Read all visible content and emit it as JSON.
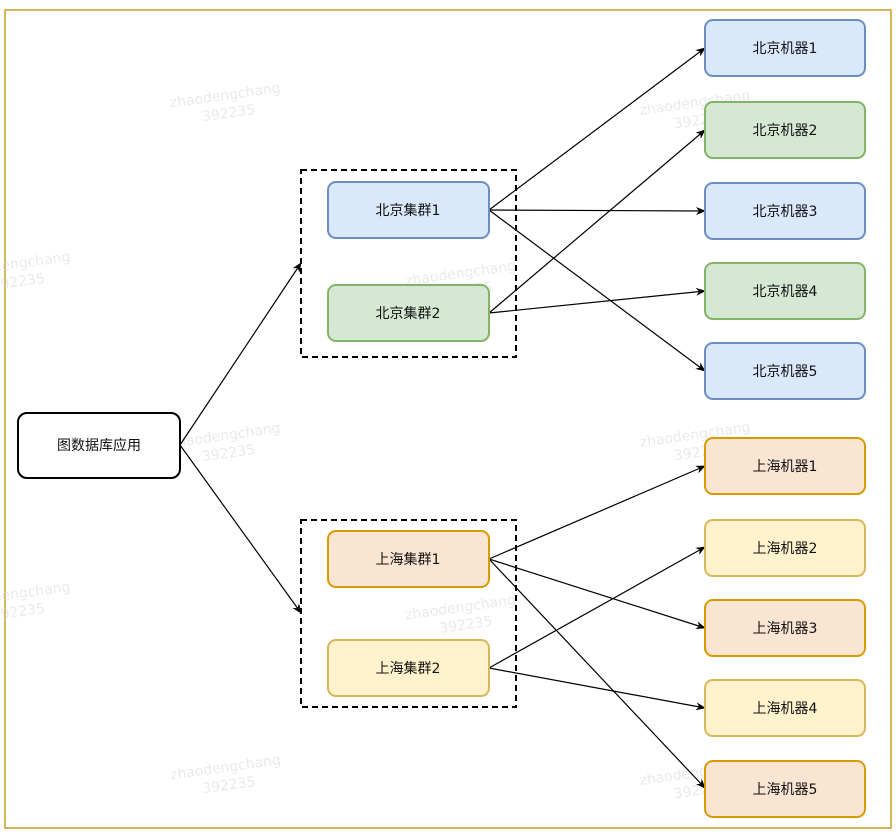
{
  "colors": {
    "frame": "#d6b656",
    "blue_fill": "#dae8fc",
    "blue_stroke": "#6c8ebf",
    "green_fill": "#d5e8d4",
    "green_stroke": "#82b366",
    "orange_fill": "#fae5d3",
    "orange_stroke": "#d79b00",
    "yellow_fill": "#fff2cc",
    "yellow_stroke": "#d6b656",
    "app_fill": "#ffffff",
    "app_stroke": "#000000",
    "edge": "#000000"
  },
  "watermark": {
    "line1": "zhaodengchang",
    "line2": "392235"
  },
  "nodes": {
    "app": "图数据库应用",
    "bj_cluster_1": "北京集群1",
    "bj_cluster_2": "北京集群2",
    "sh_cluster_1": "上海集群1",
    "sh_cluster_2": "上海集群2",
    "bj_machine_1": "北京机器1",
    "bj_machine_2": "北京机器2",
    "bj_machine_3": "北京机器3",
    "bj_machine_4": "北京机器4",
    "bj_machine_5": "北京机器5",
    "sh_machine_1": "上海机器1",
    "sh_machine_2": "上海机器2",
    "sh_machine_3": "上海机器3",
    "sh_machine_4": "上海机器4",
    "sh_machine_5": "上海机器5"
  }
}
